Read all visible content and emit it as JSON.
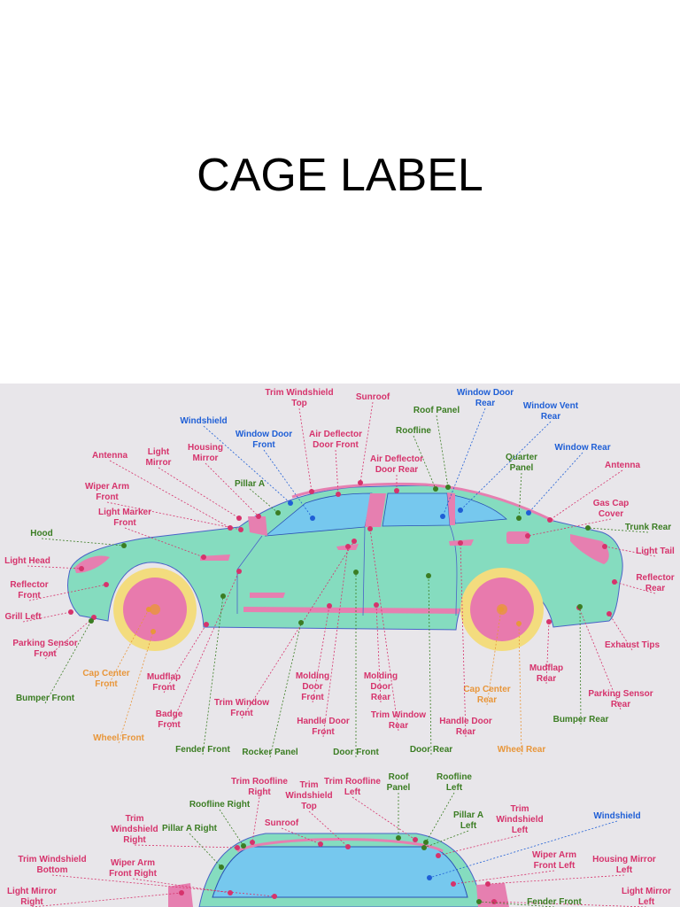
{
  "title": "CAGE LABEL",
  "colors": {
    "pink": "#d6336c",
    "green": "#3b7d23",
    "blue": "#1f5fd6",
    "orange": "#e8963a",
    "body": "#85dcbf",
    "glass": "#76c8ee",
    "trim": "#e67fb0",
    "tire": "#f3dc7e",
    "panel_bg": "#e8e6ea"
  },
  "side_view_labels": [
    {
      "id": "trim-windshield-top",
      "lines": [
        "Trim Windshield",
        "Top"
      ],
      "color": "pink"
    },
    {
      "id": "sunroof",
      "lines": [
        "Sunroof"
      ],
      "color": "pink"
    },
    {
      "id": "window-door-rear",
      "lines": [
        "Window Door",
        "Rear"
      ],
      "color": "blue"
    },
    {
      "id": "roof-panel",
      "lines": [
        "Roof Panel"
      ],
      "color": "green"
    },
    {
      "id": "window-vent-rear",
      "lines": [
        "Window Vent",
        "Rear"
      ],
      "color": "blue"
    },
    {
      "id": "windshield",
      "lines": [
        "Windshield"
      ],
      "color": "blue"
    },
    {
      "id": "window-door-front",
      "lines": [
        "Window Door",
        "Front"
      ],
      "color": "blue"
    },
    {
      "id": "air-deflector-door-front",
      "lines": [
        "Air Deflector",
        "Door Front"
      ],
      "color": "pink"
    },
    {
      "id": "roofline",
      "lines": [
        "Roofline"
      ],
      "color": "green"
    },
    {
      "id": "window-rear",
      "lines": [
        "Window Rear"
      ],
      "color": "blue"
    },
    {
      "id": "antenna-front",
      "lines": [
        "Antenna"
      ],
      "color": "pink"
    },
    {
      "id": "light-mirror",
      "lines": [
        "Light",
        "Mirror"
      ],
      "color": "pink"
    },
    {
      "id": "housing-mirror",
      "lines": [
        "Housing",
        "Mirror"
      ],
      "color": "pink"
    },
    {
      "id": "air-deflector-door-rear",
      "lines": [
        "Air Deflector",
        "Door Rear"
      ],
      "color": "pink"
    },
    {
      "id": "quarter-panel",
      "lines": [
        "Quarter",
        "Panel"
      ],
      "color": "green"
    },
    {
      "id": "antenna-rear",
      "lines": [
        "Antenna"
      ],
      "color": "pink"
    },
    {
      "id": "wiper-arm-front",
      "lines": [
        "Wiper Arm",
        "Front"
      ],
      "color": "pink"
    },
    {
      "id": "pillar-a",
      "lines": [
        "Pillar A"
      ],
      "color": "green"
    },
    {
      "id": "gas-cap-cover",
      "lines": [
        "Gas Cap",
        "Cover"
      ],
      "color": "pink"
    },
    {
      "id": "light-marker-front",
      "lines": [
        "Light Marker",
        "Front"
      ],
      "color": "pink"
    },
    {
      "id": "trunk-rear",
      "lines": [
        "Trunk Rear"
      ],
      "color": "green"
    },
    {
      "id": "hood",
      "lines": [
        "Hood"
      ],
      "color": "green"
    },
    {
      "id": "light-tail",
      "lines": [
        "Light Tail"
      ],
      "color": "pink"
    },
    {
      "id": "light-head",
      "lines": [
        "Light Head"
      ],
      "color": "pink"
    },
    {
      "id": "reflector-rear",
      "lines": [
        "Reflector",
        "Rear"
      ],
      "color": "pink"
    },
    {
      "id": "reflector-front",
      "lines": [
        "Reflector",
        "Front"
      ],
      "color": "pink"
    },
    {
      "id": "grill-left",
      "lines": [
        "Grill Left"
      ],
      "color": "pink"
    },
    {
      "id": "exhaust-tips",
      "lines": [
        "Exhaust Tips"
      ],
      "color": "pink"
    },
    {
      "id": "parking-sensor-front",
      "lines": [
        "Parking Sensor",
        "Front"
      ],
      "color": "pink"
    },
    {
      "id": "molding-door-front",
      "lines": [
        "Molding",
        "Door",
        "Front"
      ],
      "color": "pink"
    },
    {
      "id": "molding-door-rear",
      "lines": [
        "Molding",
        "Door",
        "Rear"
      ],
      "color": "pink"
    },
    {
      "id": "mudflap-rear",
      "lines": [
        "Mudflap",
        "Rear"
      ],
      "color": "pink"
    },
    {
      "id": "cap-center-front",
      "lines": [
        "Cap Center",
        "Front"
      ],
      "color": "orange"
    },
    {
      "id": "mudflap-front",
      "lines": [
        "Mudflap",
        "Front"
      ],
      "color": "pink"
    },
    {
      "id": "cap-center-rear",
      "lines": [
        "Cap Center",
        "Rear"
      ],
      "color": "orange"
    },
    {
      "id": "parking-sensor-rear",
      "lines": [
        "Parking Sensor",
        "Rear"
      ],
      "color": "pink"
    },
    {
      "id": "bumper-front",
      "lines": [
        "Bumper Front"
      ],
      "color": "green"
    },
    {
      "id": "trim-window-front",
      "lines": [
        "Trim Window",
        "Front"
      ],
      "color": "pink"
    },
    {
      "id": "badge-front",
      "lines": [
        "Badge",
        "Front"
      ],
      "color": "pink"
    },
    {
      "id": "handle-door-front",
      "lines": [
        "Handle Door",
        "Front"
      ],
      "color": "pink"
    },
    {
      "id": "trim-window-rear",
      "lines": [
        "Trim Window",
        "Rear"
      ],
      "color": "pink"
    },
    {
      "id": "handle-door-rear",
      "lines": [
        "Handle Door",
        "Rear"
      ],
      "color": "pink"
    },
    {
      "id": "bumper-rear",
      "lines": [
        "Bumper Rear"
      ],
      "color": "green"
    },
    {
      "id": "wheel-front",
      "lines": [
        "Wheel Front"
      ],
      "color": "orange"
    },
    {
      "id": "fender-front",
      "lines": [
        "Fender Front"
      ],
      "color": "green"
    },
    {
      "id": "rocker-panel",
      "lines": [
        "Rocker Panel"
      ],
      "color": "green"
    },
    {
      "id": "door-front",
      "lines": [
        "Door Front"
      ],
      "color": "green"
    },
    {
      "id": "door-rear",
      "lines": [
        "Door Rear"
      ],
      "color": "green"
    },
    {
      "id": "wheel-rear",
      "lines": [
        "Wheel Rear"
      ],
      "color": "orange"
    }
  ],
  "front_view_labels": [
    {
      "id": "trim-roofline-right",
      "lines": [
        "Trim Roofline",
        "Right"
      ],
      "color": "pink"
    },
    {
      "id": "trim-roofline-left",
      "lines": [
        "Trim Roofline",
        "Left"
      ],
      "color": "pink"
    },
    {
      "id": "roof-panel",
      "lines": [
        "Roof",
        "Panel"
      ],
      "color": "green"
    },
    {
      "id": "roofline-left",
      "lines": [
        "Roofline",
        "Left"
      ],
      "color": "green"
    },
    {
      "id": "trim-windshield-top",
      "lines": [
        "Trim",
        "Windshield",
        "Top"
      ],
      "color": "pink"
    },
    {
      "id": "roofline-right",
      "lines": [
        "Roofline Right"
      ],
      "color": "green"
    },
    {
      "id": "trim-windshield-left",
      "lines": [
        "Trim",
        "Windshield",
        "Left"
      ],
      "color": "pink"
    },
    {
      "id": "windshield",
      "lines": [
        "Windshield"
      ],
      "color": "blue"
    },
    {
      "id": "sunroof",
      "lines": [
        "Sunroof"
      ],
      "color": "pink"
    },
    {
      "id": "pillar-a-left",
      "lines": [
        "Pillar A",
        "Left"
      ],
      "color": "green"
    },
    {
      "id": "trim-windshield-right",
      "lines": [
        "Trim",
        "Windshield",
        "Right"
      ],
      "color": "pink"
    },
    {
      "id": "pillar-a-right",
      "lines": [
        "Pillar A Right"
      ],
      "color": "green"
    },
    {
      "id": "trim-windshield-bottom",
      "lines": [
        "Trim Windshield",
        "Bottom"
      ],
      "color": "pink"
    },
    {
      "id": "wiper-arm-front-right",
      "lines": [
        "Wiper Arm",
        "Front Right"
      ],
      "color": "pink"
    },
    {
      "id": "wiper-arm-front-left",
      "lines": [
        "Wiper Arm",
        "Front Left"
      ],
      "color": "pink"
    },
    {
      "id": "housing-mirror-left",
      "lines": [
        "Housing Mirror",
        "Left"
      ],
      "color": "pink"
    },
    {
      "id": "light-mirror-right",
      "lines": [
        "Light Mirror",
        "Right"
      ],
      "color": "pink"
    },
    {
      "id": "light-mirror-left",
      "lines": [
        "Light Mirror",
        "Left"
      ],
      "color": "pink"
    },
    {
      "id": "fender-front",
      "lines": [
        "Fender Front"
      ],
      "color": "green"
    }
  ]
}
